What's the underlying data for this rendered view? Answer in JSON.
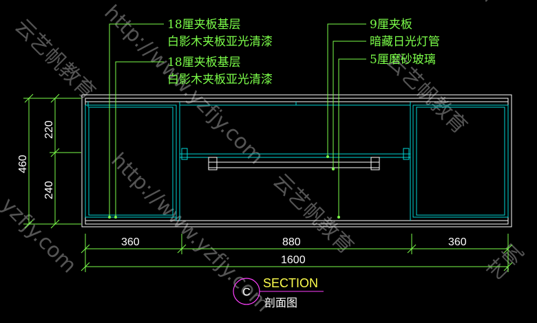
{
  "labels": {
    "left_top_1": "18厘夹板基层",
    "left_top_2": "白影木夹板亚光清漆",
    "left_bot_1": "18厘夹板基层",
    "left_bot_2": "白影木夹板亚光清漆",
    "right_1": "9厘夹板",
    "right_2": "暗藏日光灯管",
    "right_3": "5厘磨砂玻璃"
  },
  "dimensions": {
    "height_total": "460",
    "height_upper": "220",
    "height_lower": "240",
    "width_left": "360",
    "width_center": "880",
    "width_right": "360",
    "width_total": "1600"
  },
  "section": {
    "marker": "C",
    "title": "SECTION",
    "subtitle": "剖面图"
  },
  "watermarks": {
    "url": "http://www.yzfjy.com",
    "brand": "云艺帆教育",
    "domain": "yzfjy.com",
    "short": "艺帆"
  },
  "colors": {
    "background": "#000000",
    "cabinet": "#ffffff",
    "shelf": "#00d8d8",
    "leader": "#7cff4a",
    "dimension": "#7cff4a",
    "section_title": "#ffff4d",
    "section_marker": "#ff40ff"
  }
}
